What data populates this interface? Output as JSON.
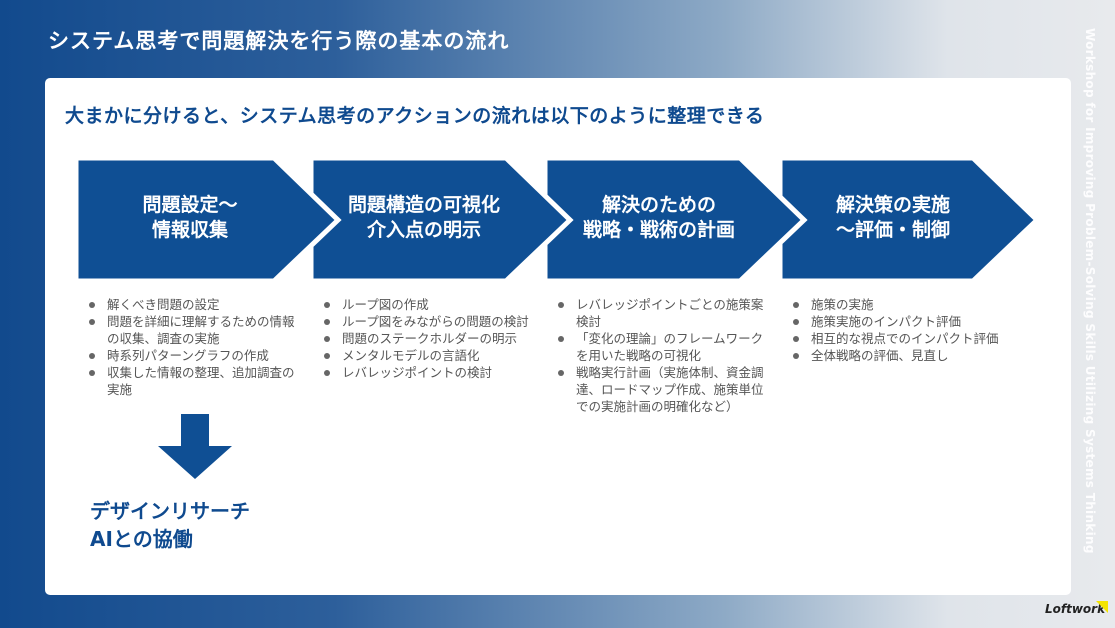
{
  "title": "システム思考で問題解決を行う際の基本の流れ",
  "side_text": "Workshop for Improving Problem-Solving Skills Utilizing Systems Thinking",
  "lead": "大まかに分けると、システム思考のアクションの流れは以下のように整理できる",
  "colors": {
    "accent": "#0f4f94",
    "text": "#555555"
  },
  "steps": [
    {
      "line1": "問題設定〜",
      "line2": "情報収集",
      "bullets": [
        "解くべき問題の設定",
        "問題を詳細に理解するための情報の収集、調査の実施",
        "時系列パターングラフの作成",
        "収集した情報の整理、追加調査の実施"
      ]
    },
    {
      "line1": "問題構造の可視化",
      "line2": "介入点の明示",
      "bullets": [
        "ループ図の作成",
        "ループ図をみながらの問題の検討",
        "問題のステークホルダーの明示",
        "メンタルモデルの言語化",
        "レバレッジポイントの検討"
      ]
    },
    {
      "line1": "解決のための",
      "line2": "戦略・戦術の計画",
      "bullets": [
        "レバレッジポイントごとの施策案検討",
        "「変化の理論」のフレームワークを用いた戦略の可視化",
        "戦略実行計画（実施体制、資金調達、ロードマップ作成、施策単位での実施計画の明確化など）"
      ]
    },
    {
      "line1": "解決策の実施",
      "line2": "〜評価・制御",
      "bullets": [
        "施策の実施",
        "施策実施のインパクト評価",
        "相互的な視点でのインパクト評価",
        "全体戦略の評価、見直し"
      ]
    }
  ],
  "research": {
    "line1": "デザインリサーチ",
    "line2": "AIとの協働"
  },
  "logo": "Loftwork"
}
